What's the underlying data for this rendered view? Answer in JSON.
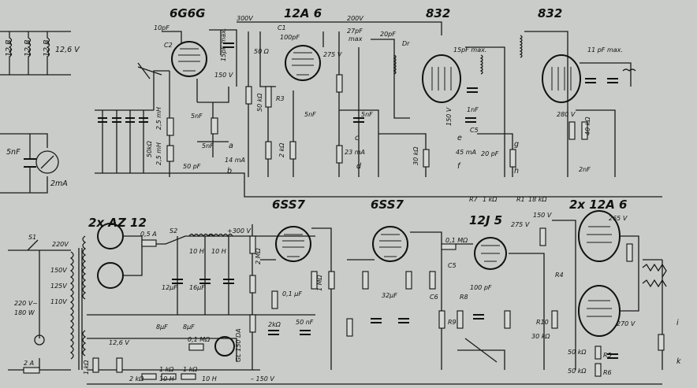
{
  "tubes": {
    "t1": "6G6G",
    "t2": "12A 6",
    "t3": "832",
    "t4": "832",
    "t5": "6SS7",
    "t6": "6SS7",
    "t7": "12J 5",
    "t8": "2x 12A 6",
    "t9": "2x AZ 12"
  },
  "labels": {
    "heater1": "12 B",
    "heater2": "12 B",
    "heater3": "12 B",
    "heater_v": "12,6 V",
    "c_5nf_left": "5nF",
    "meter_2ma": "2mA",
    "c10pf": "10pF",
    "c2": "C2",
    "v300": "300V",
    "c1": "C1",
    "c100pf": "100pF",
    "r50": "50 Ω",
    "r3": "R3",
    "v275": "275 V",
    "v200": "200V",
    "c27pf": "27pF",
    "max1": "max",
    "c20pf": "20pF",
    "dr": "Dr",
    "c15pf": "15pF max.",
    "c11pf": "11 pF max.",
    "v150_1": "150 V",
    "c15pf_max": "15pF max.",
    "mh25": "2,5 mH",
    "mh25b": "2,5 mH",
    "k50": "50kΩ",
    "ma14": "14 mA",
    "pf50": "50 pF",
    "nf5a": "5nF",
    "nf5b": "5nF",
    "nf5c": "5nF",
    "nf5d": "5nF",
    "k50r": "50 kΩ",
    "k2r": "2 kΩ",
    "ma23": "23 mA",
    "a": "a",
    "b": "b",
    "c": "c",
    "d": "d",
    "e": "e",
    "f": "f",
    "g": "g",
    "h": "h",
    "v150_2": "150 V",
    "ma45": "45 mA",
    "pf20": "20 pF",
    "c5": "C5",
    "nf1": "1nF",
    "v280": "280 V",
    "nf2": "2nF",
    "r40k": "40 kΩ",
    "k30": "30 kΩ",
    "r7": "R7",
    "k1": "1 kΩ",
    "r1": "R1",
    "r18k": "18 kΩ",
    "v150_3": "150 V",
    "v275b": "275 V",
    "v265": "265 V",
    "v270": "270 V",
    "m01": "0,1 MΩ",
    "r4": "R4",
    "c5_2": "C5",
    "c6": "C6",
    "pf100": "100 pF",
    "r8": "R8",
    "r9": "R9",
    "r10": "R10",
    "k30b": "30 kΩ",
    "k50c": "50 kΩ",
    "k50d": "50 kΩ",
    "r5": "R5",
    "r6": "R6",
    "c_s1": "S1",
    "c_s2": "S2",
    "a05": "0,5 A",
    "h10a": "10 H",
    "h10b": "10 H",
    "uf12": "12μF",
    "uf16": "16μF",
    "v300b": "+300 V",
    "v220": "220V",
    "v150t": "150V",
    "v125t": "125V",
    "v110t": "110V",
    "mains": "220 V~",
    "mains2": "180 W",
    "v126b": "12,6 V",
    "uf8a": "8μF",
    "uf8b": "8μF",
    "m01b": "0,1 MΩ",
    "gl": "GL 150 DA",
    "a2": "2 A",
    "k1b": "1 kΩ",
    "k2b": "2 kΩ",
    "k1c": "1 kΩ",
    "h10c": "10 H",
    "k1d": "1 kΩ",
    "h10d": "10 H",
    "v150m": "– 150 V",
    "uf32": "32μF",
    "uf01": "0,1 μF",
    "m1": "1 MΩ",
    "m2": "2 MΩ",
    "k2c": "2kΩ",
    "nf50": "50 nF",
    "i_lbl": "i",
    "k_lbl": "k"
  },
  "colors": {
    "paper": "#c9ccc9",
    "ink": "#111111"
  }
}
